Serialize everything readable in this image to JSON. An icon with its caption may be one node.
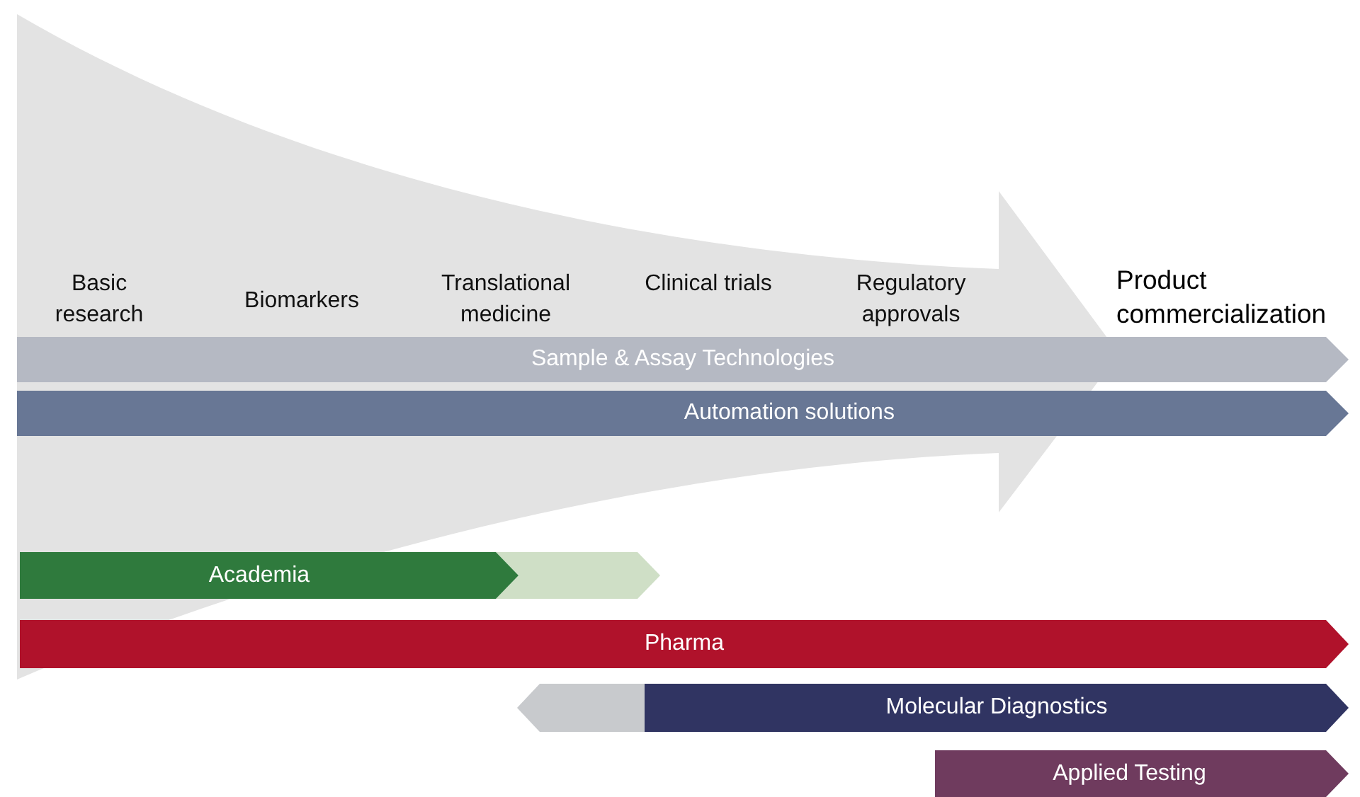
{
  "diagram": {
    "nodes": [
      {
        "text": [
          "Sample & Assay Technologies"
        ]
      },
      {
        "text": [
          "Automation solutions"
        ]
      },
      {
        "text": [
          "Academia"
        ]
      },
      {
        "text": [
          "Pharma"
        ]
      },
      {
        "text": [
          "Molecular Diagnostics"
        ]
      },
      {
        "text": [
          "Applied Testing"
        ]
      }
    ],
    "edges": [],
    "labels": [
      "Basic research",
      "Biomarkers",
      "Translational medicine",
      "Clinical trials",
      "Regulatory approvals",
      "Product commercialization"
    ]
  }
}
